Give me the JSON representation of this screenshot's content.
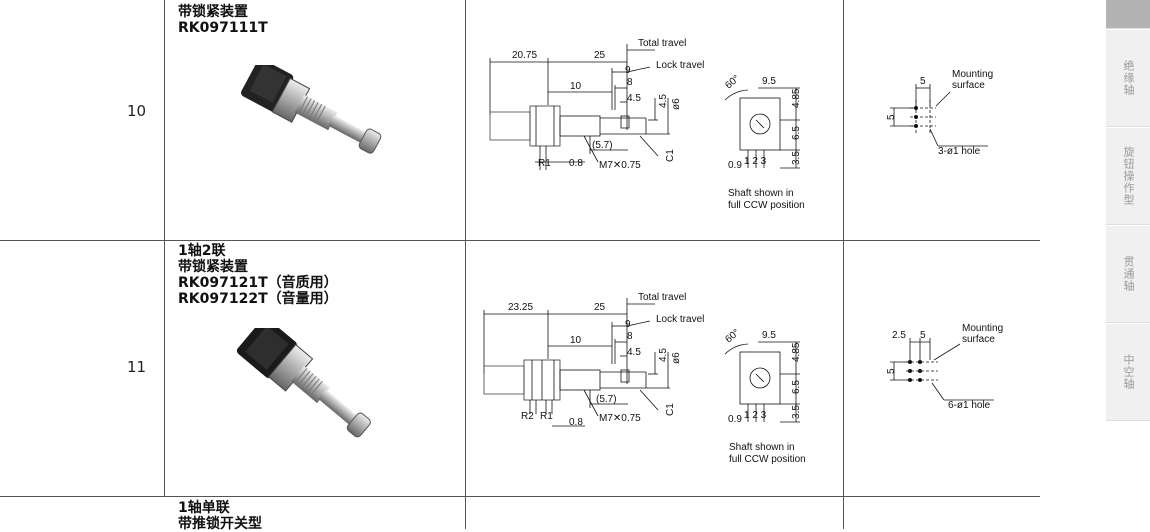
{
  "rows": [
    {
      "number": "10",
      "title_lines": [
        "带锁紧装置",
        "RK097111T"
      ],
      "dims": {
        "left_len": "20.75",
        "right_len": "25",
        "total_travel": "Total travel",
        "lock_travel": "Lock travel",
        "d9": "9",
        "d8": "8",
        "d10": "10",
        "d4_5": "4.5",
        "v4_5": "4.5",
        "phi6": "ø6",
        "d5_7": "(5.7)",
        "c1": "C1",
        "thread": "M7✕0.75",
        "d0_8": "0.8",
        "r_labels": [
          "R1"
        ],
        "angle": "60°",
        "w9_5": "9.5",
        "h4_85": "4.85",
        "h6_5": "6.5",
        "h3_5": "3.5",
        "d0_9": "0.9",
        "pins": "1 2 3",
        "note1": "Shaft shown in",
        "note2": "full CCW position"
      },
      "mounting": {
        "top_dims": [
          "5"
        ],
        "side_dim": "5",
        "label1": "Mounting",
        "label2": "surface",
        "hole": "3-ø1 hole"
      }
    },
    {
      "number": "11",
      "title_lines": [
        "1轴2联",
        "带锁紧装置",
        "RK097121T（音质用）",
        "RK097122T（音量用）"
      ],
      "dims": {
        "left_len": "23.25",
        "right_len": "25",
        "total_travel": "Total travel",
        "lock_travel": "Lock travel",
        "d9": "9",
        "d8": "8",
        "d10": "10",
        "d4_5": "4.5",
        "v4_5": "4.5",
        "phi6": "ø6",
        "d5_7": "(5.7)",
        "c1": "C1",
        "thread": "M7✕0.75",
        "d0_8": "0.8",
        "r_labels": [
          "R2",
          "R1"
        ],
        "angle": "60°",
        "w9_5": "9.5",
        "h4_85": "4.85",
        "h6_5": "6.5",
        "h3_5": "3.5",
        "d0_9": "0.9",
        "pins": "1 2 3",
        "note1": "Shaft shown in",
        "note2": "full CCW position"
      },
      "mounting": {
        "top_dims": [
          "2.5",
          "5"
        ],
        "side_dim": "5",
        "label1": "Mounting",
        "label2": "surface",
        "hole": "6-ø1 hole"
      }
    },
    {
      "title_lines": [
        "1轴单联",
        "带推锁开关型"
      ]
    }
  ],
  "sidebar": {
    "tabs": [
      "",
      "绝缘轴",
      "旋钮操作型",
      "贯通轴",
      "中空轴"
    ]
  }
}
